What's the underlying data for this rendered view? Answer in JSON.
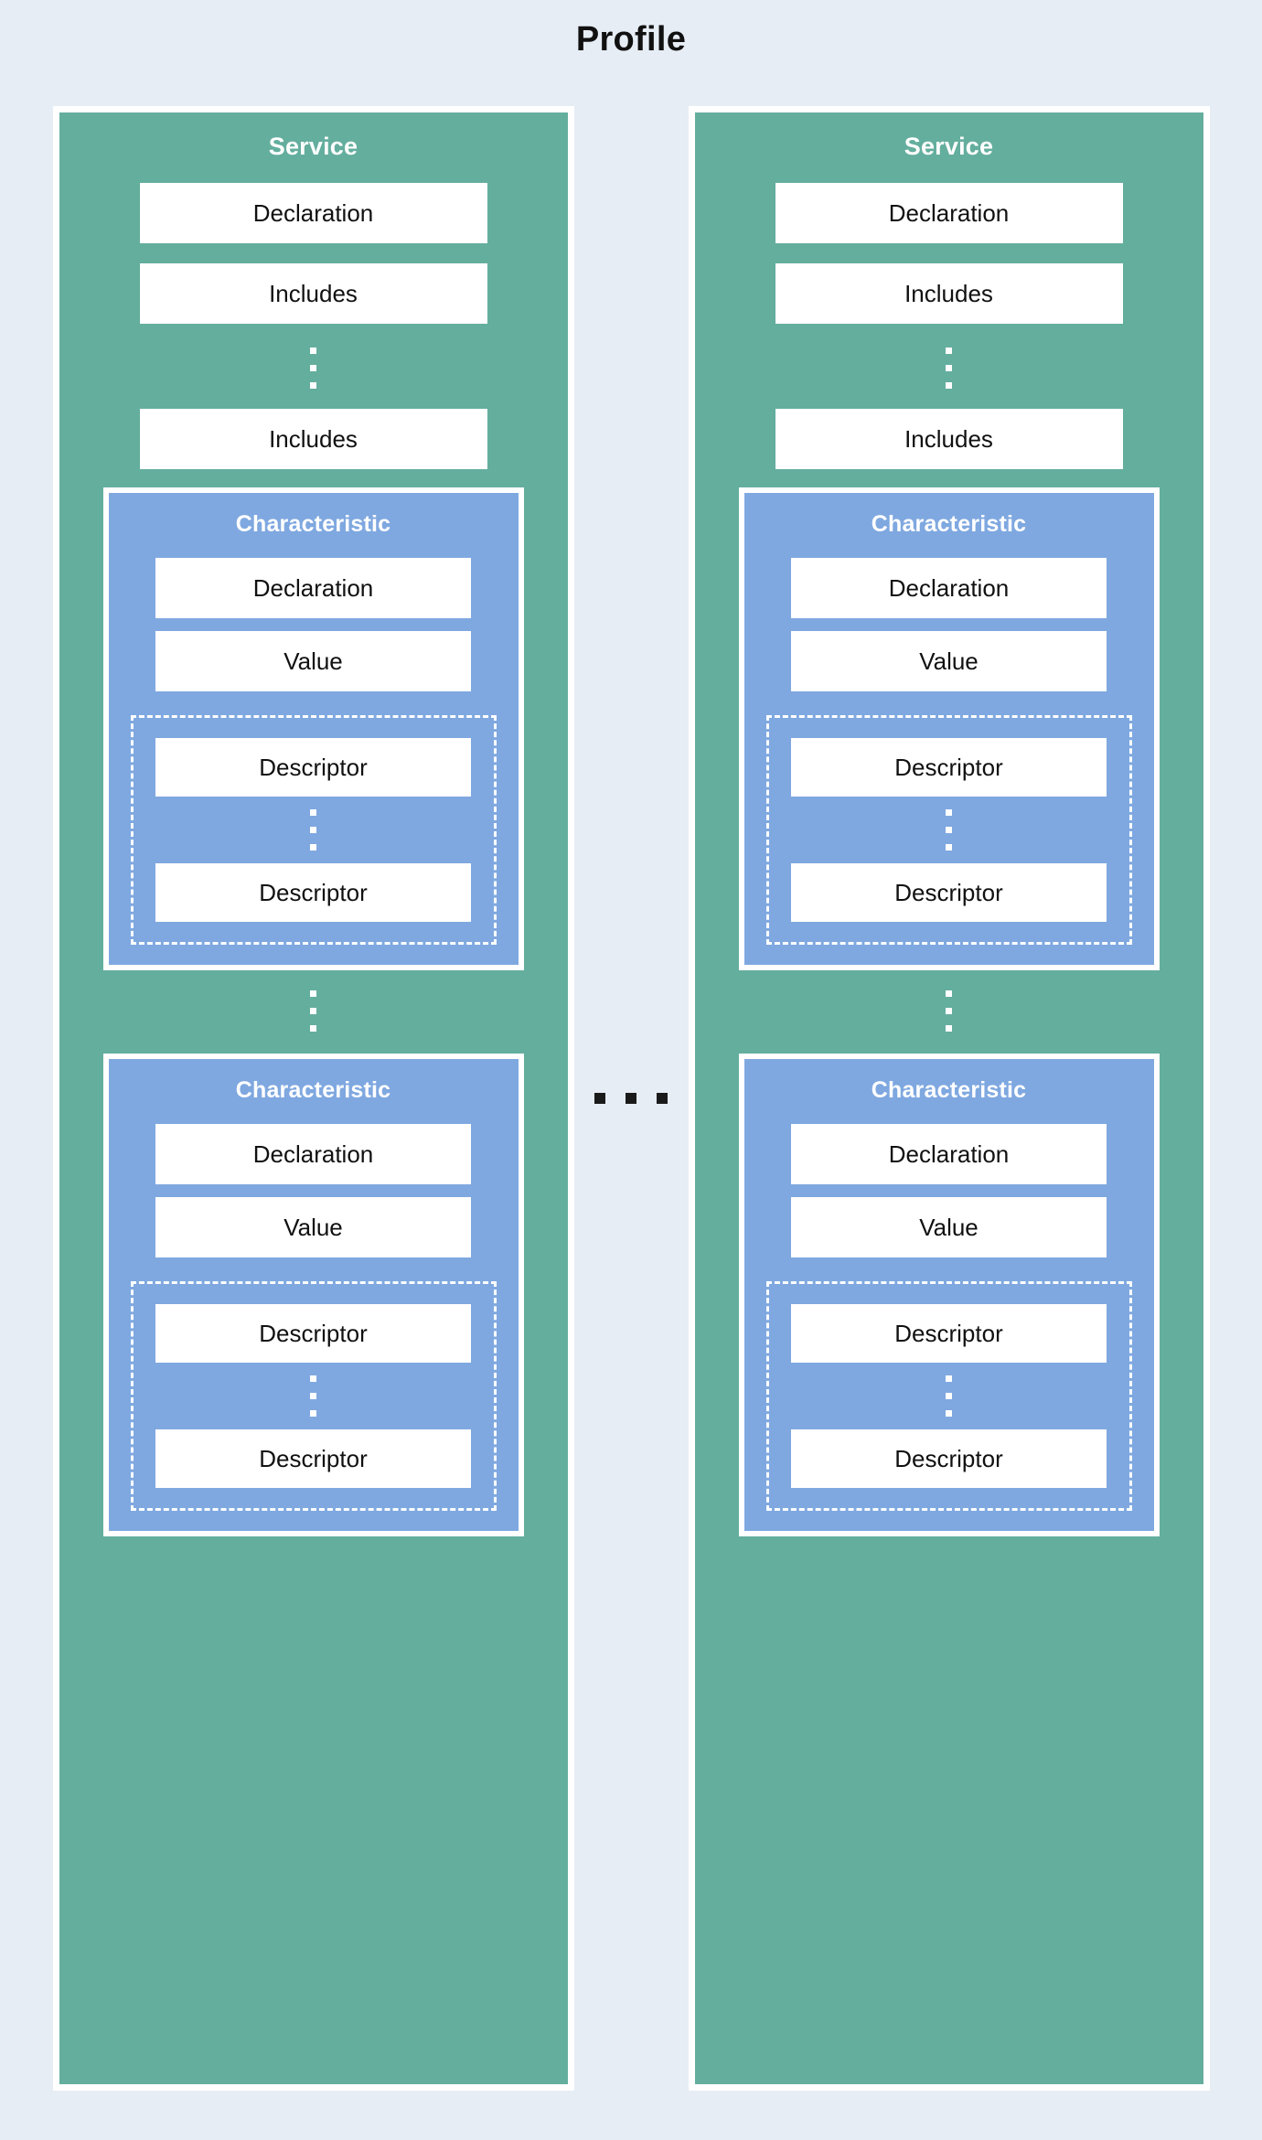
{
  "title": "Profile",
  "theme": {
    "background": "#e7edf5",
    "service_fill": "#64ae9e",
    "characteristic_fill": "#7fa8e0",
    "box_fill": "#ffffff",
    "border": "#ffffff",
    "title_color": "#111111",
    "dot_dark": "#1a1a1a"
  },
  "labels": {
    "service": "Service",
    "declaration": "Declaration",
    "includes": "Includes",
    "characteristic": "Characteristic",
    "value": "Value",
    "descriptor": "Descriptor",
    "ellipsis_horizontal": "...",
    "ellipsis_vertical": "⋮"
  },
  "columns": [
    {
      "service_title": "Service",
      "items": [
        {
          "label": "Declaration"
        },
        {
          "label": "Includes"
        },
        {
          "label": "Includes"
        }
      ],
      "characteristics": [
        {
          "title": "Characteristic",
          "declaration": "Declaration",
          "value": "Value",
          "descriptors": [
            {
              "label": "Descriptor"
            },
            {
              "label": "Descriptor"
            }
          ]
        },
        {
          "title": "Characteristic",
          "declaration": "Declaration",
          "value": "Value",
          "descriptors": [
            {
              "label": "Descriptor"
            },
            {
              "label": "Descriptor"
            }
          ]
        }
      ]
    },
    {
      "service_title": "Service",
      "items": [
        {
          "label": "Declaration"
        },
        {
          "label": "Includes"
        },
        {
          "label": "Includes"
        }
      ],
      "characteristics": [
        {
          "title": "Characteristic",
          "declaration": "Declaration",
          "value": "Value",
          "descriptors": [
            {
              "label": "Descriptor"
            },
            {
              "label": "Descriptor"
            }
          ]
        },
        {
          "title": "Characteristic",
          "declaration": "Declaration",
          "value": "Value",
          "descriptors": [
            {
              "label": "Descriptor"
            },
            {
              "label": "Descriptor"
            }
          ]
        }
      ]
    }
  ]
}
